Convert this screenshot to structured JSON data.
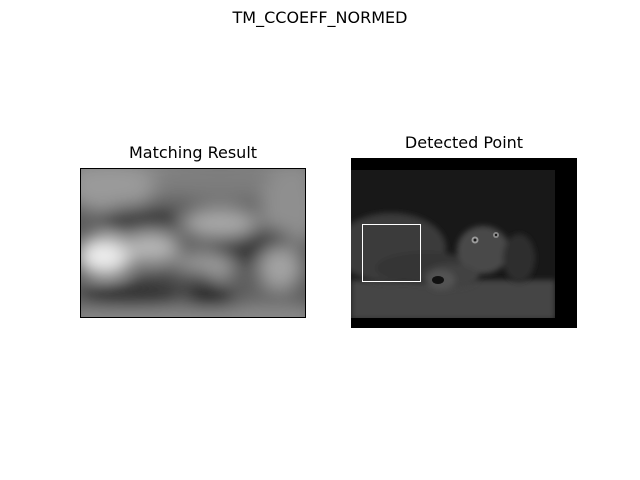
{
  "figure": {
    "title": "TM_CCOEFF_NORMED"
  },
  "panels": {
    "left": {
      "title": "Matching Result"
    },
    "right": {
      "title": "Detected Point"
    }
  }
}
